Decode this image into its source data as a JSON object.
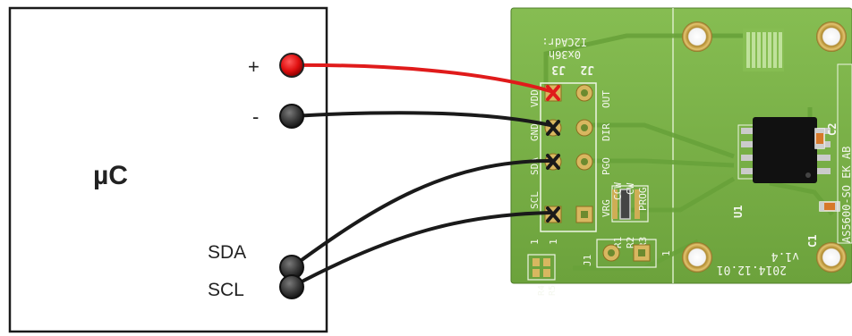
{
  "mcu": {
    "title": "µC",
    "pins": {
      "plus": "+",
      "minus": "-",
      "sda": "SDA",
      "scl": "SCL"
    }
  },
  "board": {
    "i2c_label": "I2CAdr:",
    "i2c_addr": "0x36h",
    "j3": "J3",
    "j2": "J2",
    "j3_pins": [
      "VDD",
      "GND",
      "SDA",
      "SCL"
    ],
    "j2_pins": [
      "OUT",
      "DIR",
      "PGO",
      "VRG"
    ],
    "pin1_a": "1",
    "pin1_b": "1",
    "prog": "PROG",
    "cw": "CW",
    "ccw": "CCW",
    "r1": "R1",
    "r2": "R2",
    "r3": "R3",
    "r4": "R4",
    "r5": "R5",
    "j1": "J1",
    "j1_pin": "1",
    "u1": "U1",
    "c1": "C1",
    "c2": "C2",
    "part": "AS5600-SO_EK_AB",
    "version": "v1.4",
    "date": "2014.12.01"
  },
  "colors": {
    "pcb": "#7ab347",
    "pcb_dark": "#5f9436",
    "wire_power": "#e01b1b",
    "wire_signal": "#1a1a1a",
    "gold": "#c9a54b"
  }
}
